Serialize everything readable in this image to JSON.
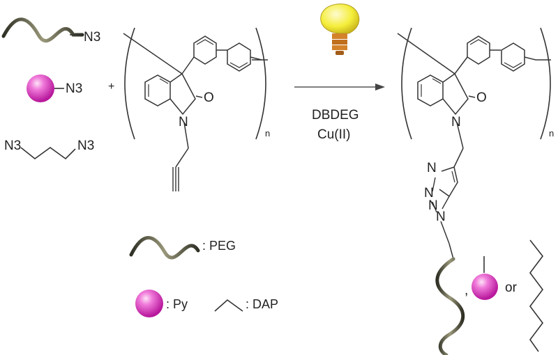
{
  "reagents": {
    "peg_azide": "N3",
    "py_azide": "N3",
    "dap_left": "N3",
    "dap_right": "N3",
    "plus": "+"
  },
  "polymer_left": {
    "carbonyl": "O",
    "nitrogen": "N",
    "repeat": "n"
  },
  "conditions": {
    "catalyst_line1": "DBDEG",
    "catalyst_line2": "Cu(II)"
  },
  "polymer_right": {
    "carbonyl": "O",
    "nitrogen": "N",
    "repeat": "n",
    "triazole_n1": "N",
    "triazole_n2": "N",
    "triazole_n3": "N",
    "triazole_n4": "N",
    "separator": ",",
    "or_text": "or"
  },
  "legend": {
    "peg": ": PEG",
    "py": ": Py",
    "dap": ": DAP"
  },
  "colors": {
    "peg_dark": "#3a3a2e",
    "peg_light": "#8c8a6c",
    "py_sphere": "#e040c8",
    "py_highlight": "#fbd4f2",
    "bulb_glass": "#f4ee3a",
    "bulb_base": "#c7761f",
    "bond": "#333333"
  }
}
